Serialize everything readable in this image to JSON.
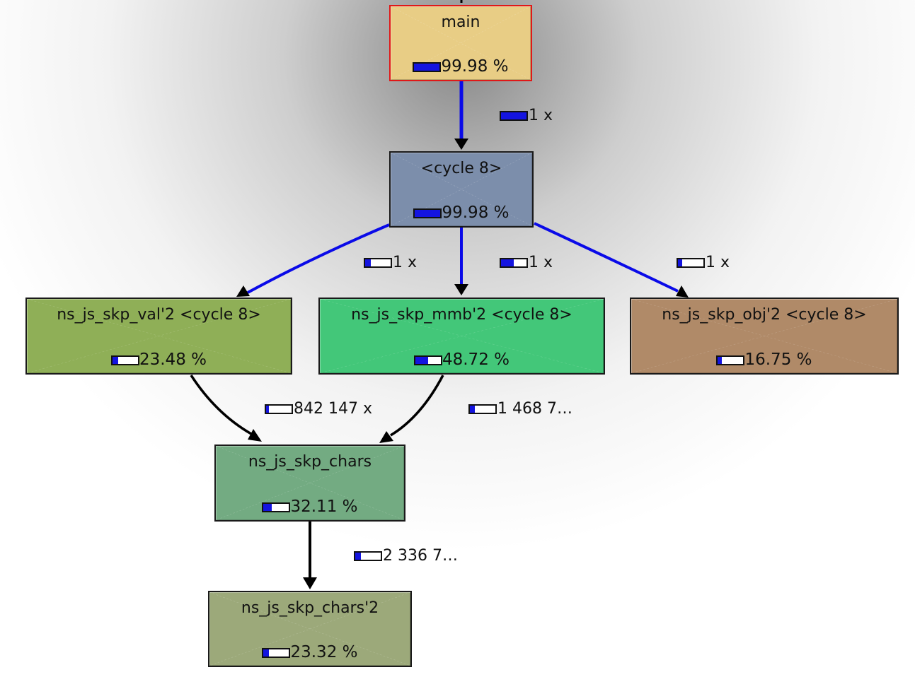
{
  "nodes": {
    "main": {
      "name": "main",
      "cost": "99.98 %",
      "fraction": 0.9998,
      "color": "#e8cd85"
    },
    "cycle": {
      "name": "<cycle 8>",
      "cost": "99.98 %",
      "fraction": 0.9998,
      "color": "#7c8eab"
    },
    "val": {
      "name": "ns_js_skp_val'2 <cycle 8>",
      "cost": "23.48 %",
      "fraction": 0.2348,
      "color": "#8faf57"
    },
    "mmb": {
      "name": "ns_js_skp_mmb'2 <cycle 8>",
      "cost": "48.72 %",
      "fraction": 0.4872,
      "color": "#43c779"
    },
    "obj": {
      "name": "ns_js_skp_obj'2 <cycle 8>",
      "cost": "16.75 %",
      "fraction": 0.1675,
      "color": "#b08a68"
    },
    "chars": {
      "name": "ns_js_skp_chars",
      "cost": "32.11 %",
      "fraction": 0.3211,
      "color": "#73ab82"
    },
    "chars2": {
      "name": "ns_js_skp_chars'2",
      "cost": "23.32 %",
      "fraction": 0.2332,
      "color": "#9ca97a"
    }
  },
  "edges": {
    "main_cycle": {
      "label": "1 x",
      "fraction": 0.9998,
      "color": "#0a0ae8"
    },
    "cycle_val": {
      "label": "1 x",
      "fraction": 0.2348,
      "color": "#0a0ae8"
    },
    "cycle_mmb": {
      "label": "1 x",
      "fraction": 0.4872,
      "color": "#0a0ae8"
    },
    "cycle_obj": {
      "label": "1 x",
      "fraction": 0.1675,
      "color": "#0a0ae8"
    },
    "val_chars": {
      "label": "842 147 x",
      "fraction": 0.12,
      "color": "#000000"
    },
    "mmb_chars": {
      "label": "1 468 7…",
      "fraction": 0.2,
      "color": "#000000"
    },
    "chars_chars2": {
      "label": "2 336 7…",
      "fraction": 0.2332,
      "color": "#000000"
    }
  },
  "colors": {
    "cost_bar": "#1414e0",
    "active_border": "#e01818",
    "cycle_edge": "#0a0ae8"
  }
}
